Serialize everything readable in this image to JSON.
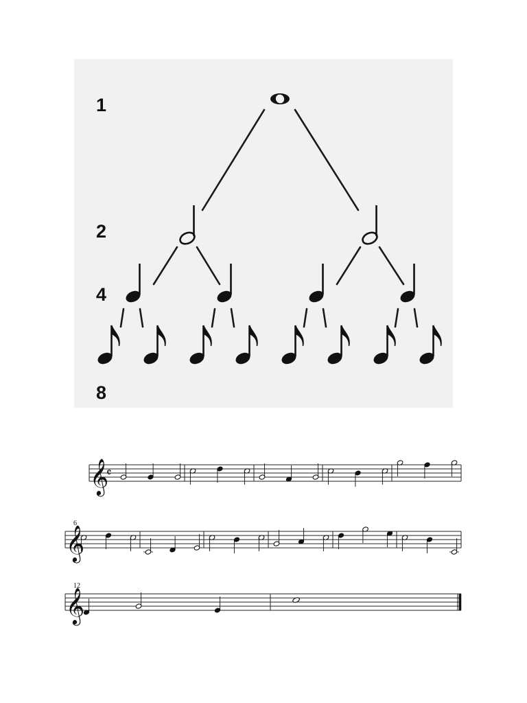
{
  "note_tree": {
    "levels": [
      {
        "label": "1",
        "value": 1,
        "note": "whole-note"
      },
      {
        "label": "2",
        "value": 2,
        "note": "half-note"
      },
      {
        "label": "4",
        "value": 4,
        "note": "quarter-note"
      },
      {
        "label": "8",
        "value": 8,
        "note": "eighth-note"
      }
    ]
  },
  "score": {
    "time_signature": "𝄴",
    "clef": "𝄞",
    "systems": [
      {
        "measure_number": "",
        "measures": [
          [
            {
              "pitch": "G4",
              "dur": "h"
            },
            {
              "pitch": "G4",
              "dur": "q"
            },
            {
              "pitch": "G4",
              "dur": "h"
            }
          ],
          [
            {
              "pitch": "C5",
              "dur": "h"
            },
            {
              "pitch": "D5",
              "dur": "q"
            },
            {
              "pitch": "C5",
              "dur": "h"
            }
          ],
          [
            {
              "pitch": "G4",
              "dur": "h"
            },
            {
              "pitch": "F4",
              "dur": "q"
            },
            {
              "pitch": "G4",
              "dur": "h"
            }
          ],
          [
            {
              "pitch": "C5",
              "dur": "h"
            },
            {
              "pitch": "B4",
              "dur": "q"
            },
            {
              "pitch": "C5",
              "dur": "h"
            }
          ],
          [
            {
              "pitch": "G5",
              "dur": "h"
            },
            {
              "pitch": "F5",
              "dur": "q"
            },
            {
              "pitch": "G5",
              "dur": "h"
            }
          ]
        ]
      },
      {
        "measure_number": "6",
        "measures": [
          [
            {
              "pitch": "C5",
              "dur": "h"
            },
            {
              "pitch": "D5",
              "dur": "q"
            },
            {
              "pitch": "C5",
              "dur": "h"
            }
          ],
          [
            {
              "pitch": "C4",
              "dur": "h"
            },
            {
              "pitch": "D4",
              "dur": "q"
            },
            {
              "pitch": "E4",
              "dur": "h"
            }
          ],
          [
            {
              "pitch": "C5",
              "dur": "h"
            },
            {
              "pitch": "B4",
              "dur": "q"
            },
            {
              "pitch": "C5",
              "dur": "h"
            }
          ],
          [
            {
              "pitch": "G4",
              "dur": "h"
            },
            {
              "pitch": "A4",
              "dur": "q"
            },
            {
              "pitch": "C5",
              "dur": "h"
            }
          ],
          [
            {
              "pitch": "D5",
              "dur": "q"
            },
            {
              "pitch": "G5",
              "dur": "h"
            },
            {
              "pitch": "E5",
              "dur": "q"
            }
          ],
          [
            {
              "pitch": "C5",
              "dur": "h"
            },
            {
              "pitch": "B4",
              "dur": "q"
            },
            {
              "pitch": "C4",
              "dur": "h"
            }
          ]
        ]
      },
      {
        "measure_number": "12",
        "measures": [
          [
            {
              "pitch": "D4",
              "dur": "q"
            },
            {
              "pitch": "G4",
              "dur": "h"
            },
            {
              "pitch": "E4",
              "dur": "q"
            }
          ],
          [
            {
              "pitch": "C5",
              "dur": "w"
            }
          ]
        ],
        "final_barline": true
      }
    ]
  }
}
